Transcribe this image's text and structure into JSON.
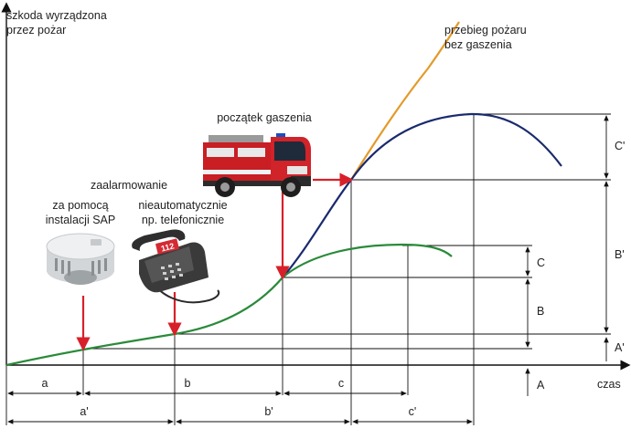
{
  "labels": {
    "y_axis_line1": "szkoda wyrządzona",
    "y_axis_line2": "przez pożar",
    "x_axis": "czas",
    "unextinguished_line1": "przebieg pożaru",
    "unextinguished_line2": "bez gaszenia",
    "firefighting_start": "początek gaszenia",
    "alarm": "zaalarmowanie",
    "sap_line1": "za pomocą",
    "sap_line2": "instalacji SAP",
    "phone_line1": "nieautomatycznie",
    "phone_line2": "np. telefonicznie",
    "phone_badge": "112"
  },
  "intervals_row1": [
    "a",
    "b",
    "c"
  ],
  "intervals_row2": [
    "a'",
    "b'",
    "c'"
  ],
  "damage_levels_right_inner": [
    "C",
    "B",
    "A"
  ],
  "damage_levels_right_outer": [
    "C'",
    "B'",
    "A'"
  ],
  "colors": {
    "green_curve": "#2a8a3a",
    "blue_curve": "#1a2a6e",
    "orange_curve": "#e39a2a",
    "arrow_red": "#d8202a",
    "axis": "#111111"
  },
  "icons": [
    "smoke-detector-icon",
    "telephone-icon",
    "fire-truck-icon"
  ]
}
